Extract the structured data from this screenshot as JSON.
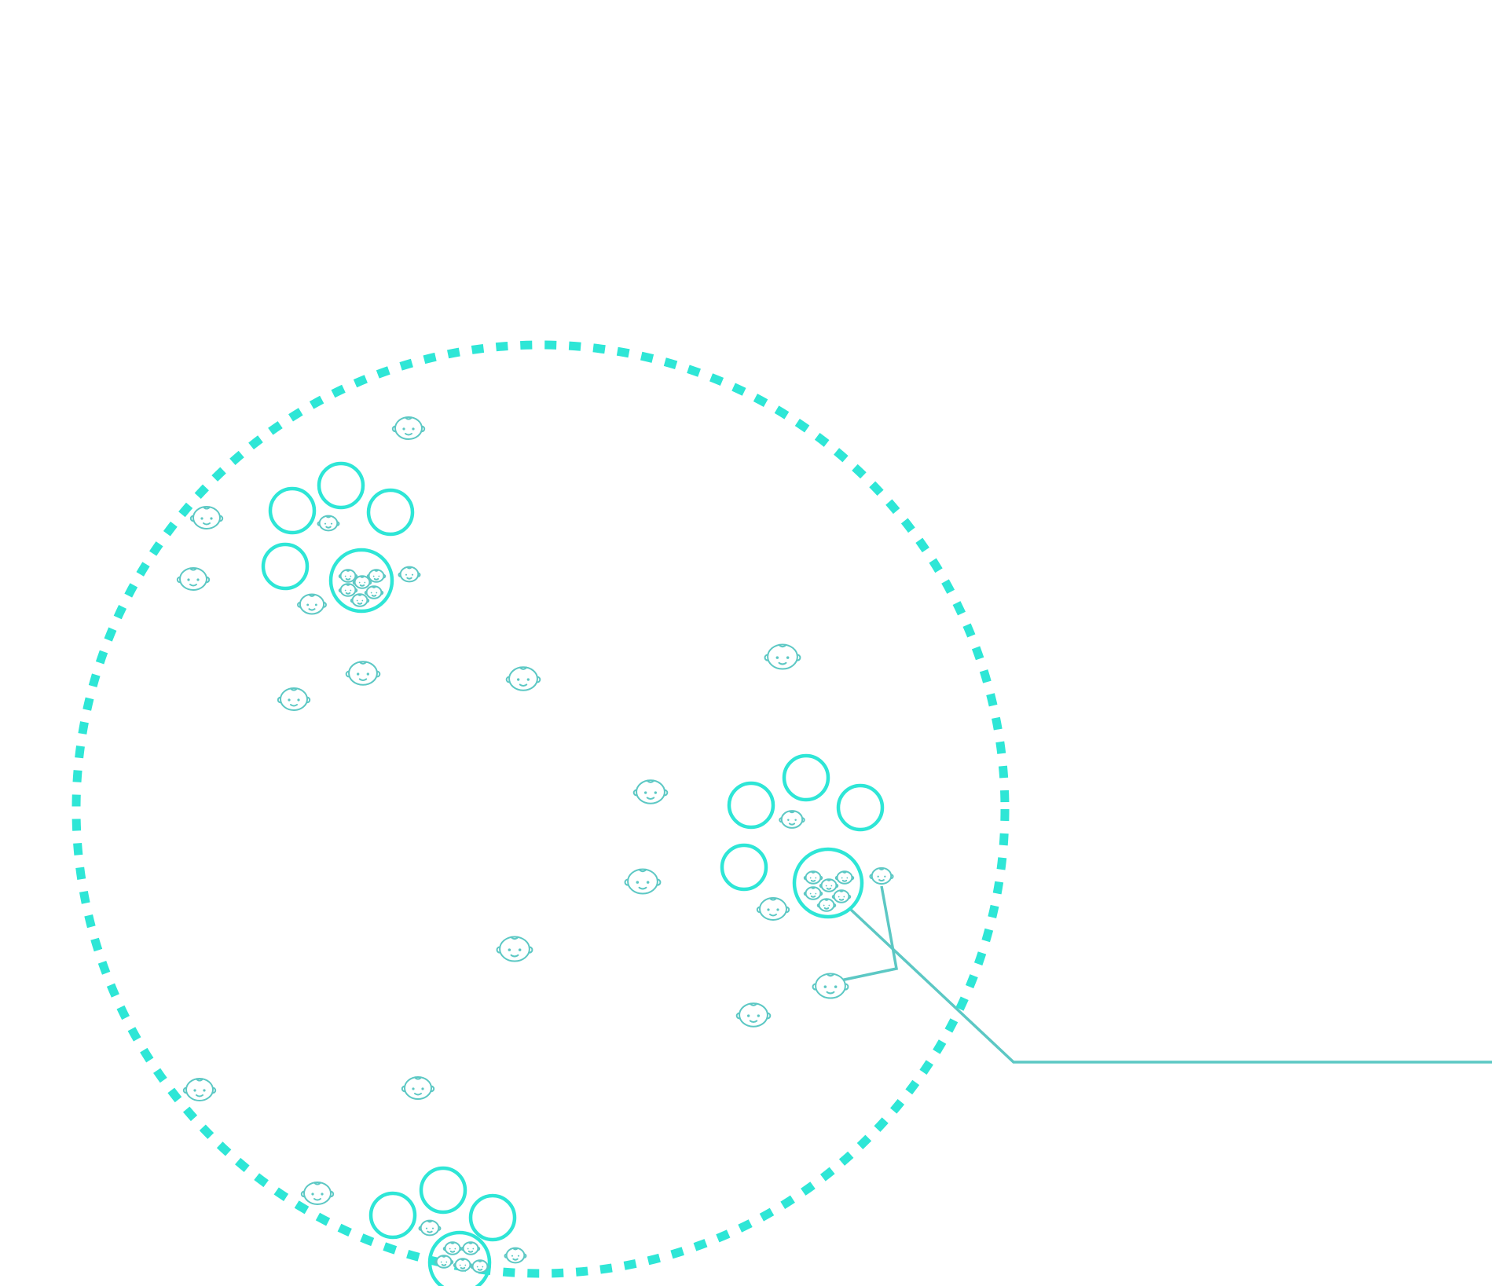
{
  "colors": {
    "boundary": "#2ee6d6",
    "rings": "#2ee6d6",
    "faces": "#5cc8c4",
    "connectors": "#5cc8c4",
    "background": "#ffffff"
  },
  "boundary": {
    "style": "dashed-circle",
    "label": ""
  },
  "icons": {
    "person": "face-icon",
    "group": "group-ring",
    "member_slot": "empty-ring"
  },
  "clusters": [
    {
      "id": "cluster-top-left",
      "member_slots": 4,
      "grouped_faces": 6,
      "center_face": true
    },
    {
      "id": "cluster-right",
      "member_slots": 4,
      "grouped_faces": 6,
      "center_face": true
    },
    {
      "id": "cluster-bottom",
      "member_slots": 3,
      "grouped_faces": 5,
      "center_face": true
    }
  ],
  "individuals_count": 20,
  "callout": {
    "lines": 2,
    "exits": "right-edge"
  }
}
